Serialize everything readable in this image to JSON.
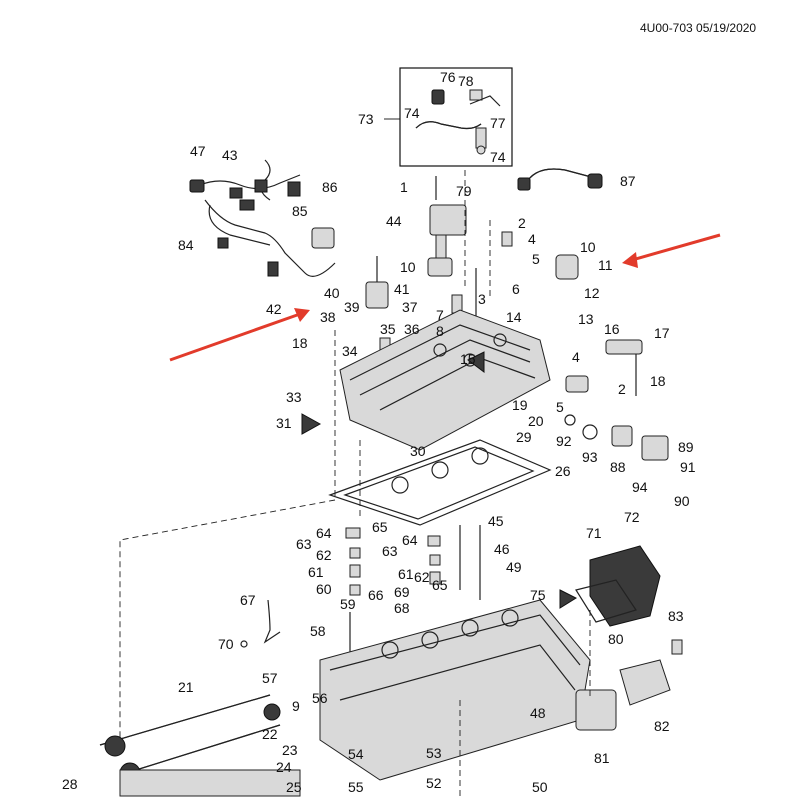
{
  "header": {
    "ref": "4U00-703 05/19/2020"
  },
  "callouts": [
    {
      "text": "76"
    },
    {
      "text": "78"
    },
    {
      "text": "73"
    },
    {
      "text": "74"
    },
    {
      "text": "77"
    },
    {
      "text": "74"
    },
    {
      "text": "47"
    },
    {
      "text": "43"
    },
    {
      "text": "86"
    },
    {
      "text": "85"
    },
    {
      "text": "1"
    },
    {
      "text": "79"
    },
    {
      "text": "87"
    },
    {
      "text": "44"
    },
    {
      "text": "2"
    },
    {
      "text": "4"
    },
    {
      "text": "84"
    },
    {
      "text": "10"
    },
    {
      "text": "11"
    },
    {
      "text": "5"
    },
    {
      "text": "10"
    },
    {
      "text": "40"
    },
    {
      "text": "41"
    },
    {
      "text": "3"
    },
    {
      "text": "6"
    },
    {
      "text": "12"
    },
    {
      "text": "42"
    },
    {
      "text": "39"
    },
    {
      "text": "37"
    },
    {
      "text": "7"
    },
    {
      "text": "38"
    },
    {
      "text": "35"
    },
    {
      "text": "36"
    },
    {
      "text": "8"
    },
    {
      "text": "14"
    },
    {
      "text": "13"
    },
    {
      "text": "16"
    },
    {
      "text": "17"
    },
    {
      "text": "18"
    },
    {
      "text": "34"
    },
    {
      "text": "15"
    },
    {
      "text": "4"
    },
    {
      "text": "18"
    },
    {
      "text": "2"
    },
    {
      "text": "33"
    },
    {
      "text": "5"
    },
    {
      "text": "19"
    },
    {
      "text": "31"
    },
    {
      "text": "20"
    },
    {
      "text": "29"
    },
    {
      "text": "92"
    },
    {
      "text": "93"
    },
    {
      "text": "89"
    },
    {
      "text": "30"
    },
    {
      "text": "88"
    },
    {
      "text": "91"
    },
    {
      "text": "26"
    },
    {
      "text": "94"
    },
    {
      "text": "90"
    },
    {
      "text": "72"
    },
    {
      "text": "45"
    },
    {
      "text": "71"
    },
    {
      "text": "64"
    },
    {
      "text": "65"
    },
    {
      "text": "63"
    },
    {
      "text": "64"
    },
    {
      "text": "46"
    },
    {
      "text": "62"
    },
    {
      "text": "63"
    },
    {
      "text": "49"
    },
    {
      "text": "61"
    },
    {
      "text": "62"
    },
    {
      "text": "61"
    },
    {
      "text": "65"
    },
    {
      "text": "60"
    },
    {
      "text": "75"
    },
    {
      "text": "67"
    },
    {
      "text": "66"
    },
    {
      "text": "69"
    },
    {
      "text": "59"
    },
    {
      "text": "68"
    },
    {
      "text": "83"
    },
    {
      "text": "80"
    },
    {
      "text": "58"
    },
    {
      "text": "70"
    },
    {
      "text": "57"
    },
    {
      "text": "21"
    },
    {
      "text": "56"
    },
    {
      "text": "9"
    },
    {
      "text": "48"
    },
    {
      "text": "82"
    },
    {
      "text": "22"
    },
    {
      "text": "23"
    },
    {
      "text": "81"
    },
    {
      "text": "54"
    },
    {
      "text": "53"
    },
    {
      "text": "24"
    },
    {
      "text": "28"
    },
    {
      "text": "55"
    },
    {
      "text": "52"
    },
    {
      "text": "25"
    },
    {
      "text": "50"
    }
  ]
}
